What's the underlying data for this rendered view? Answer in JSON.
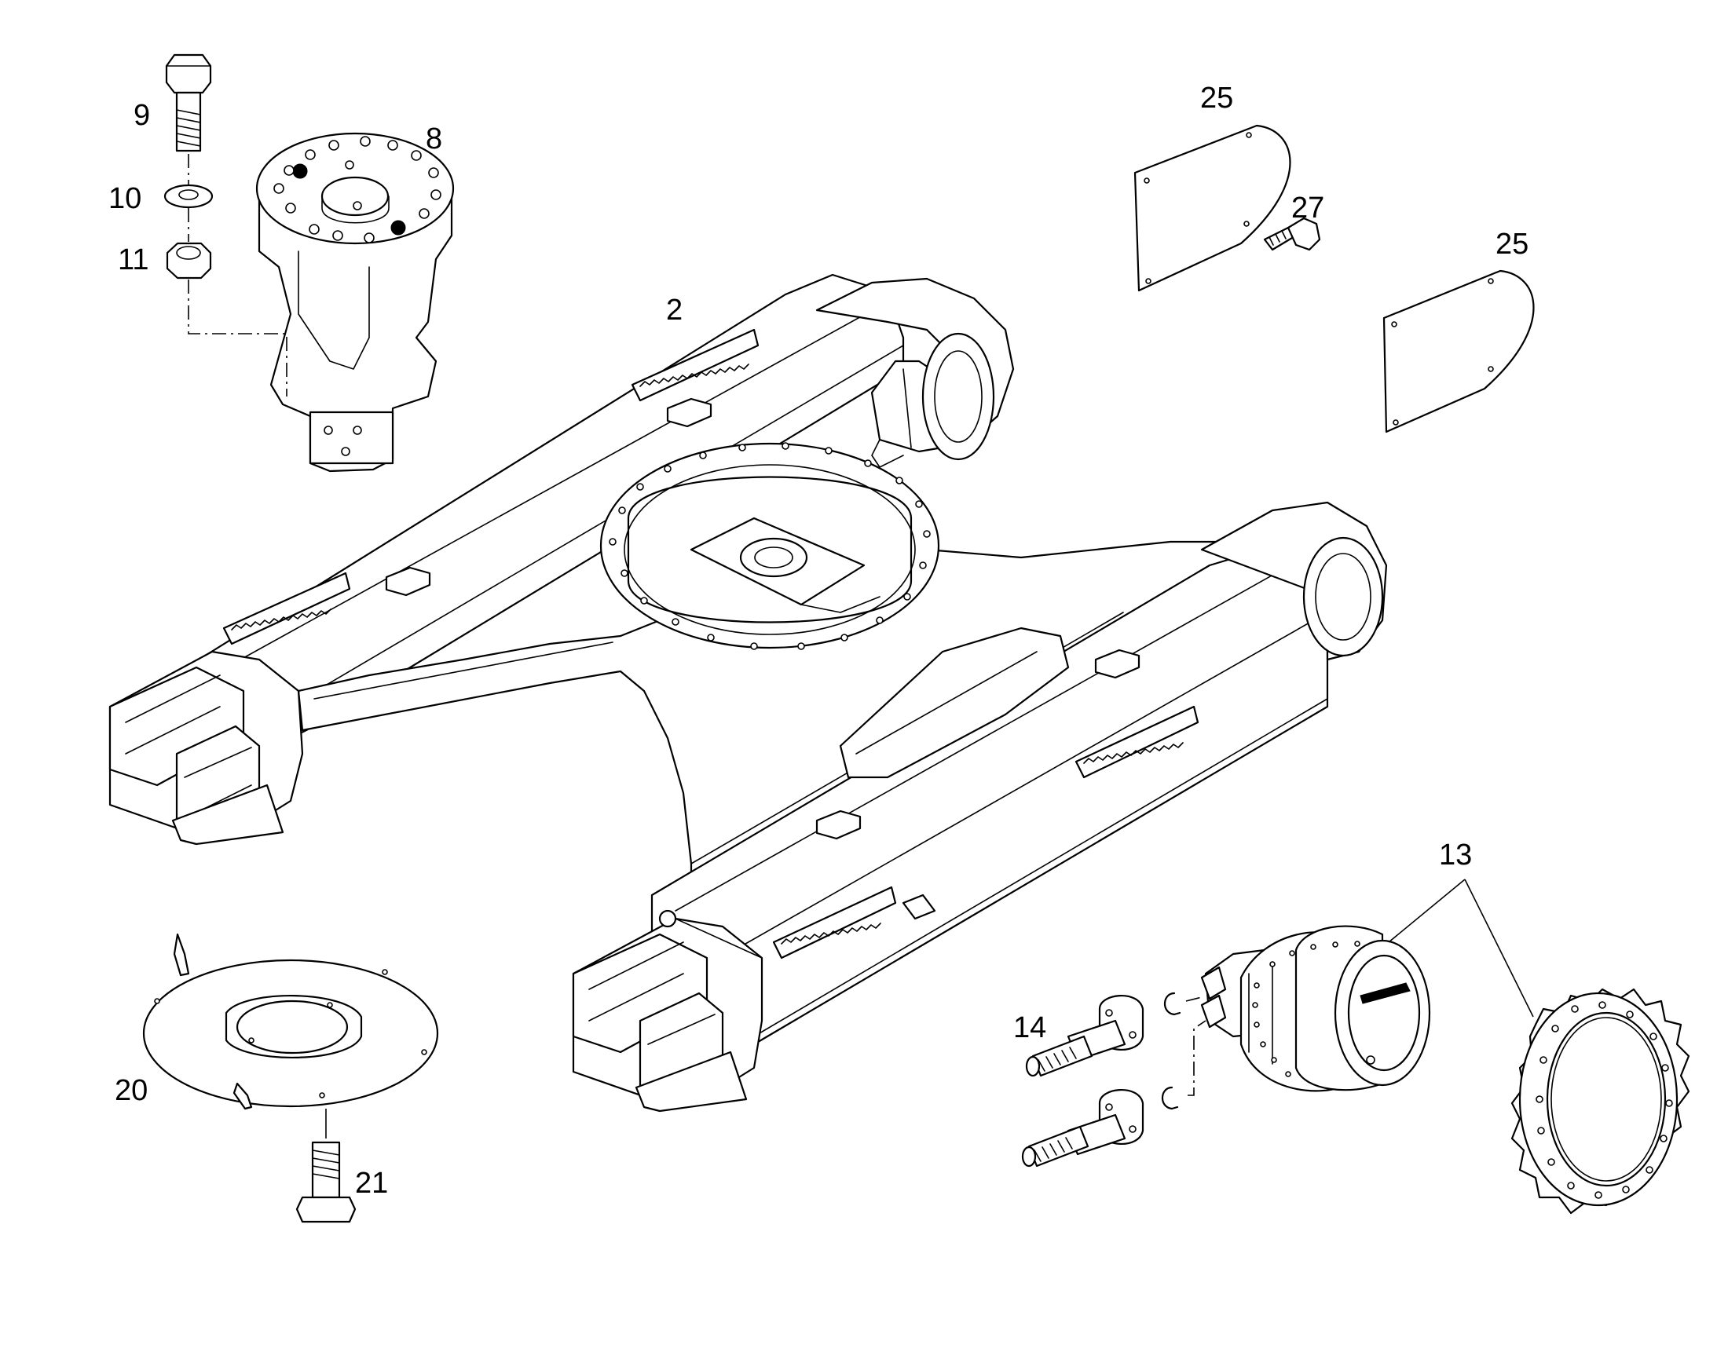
{
  "callouts": {
    "c2": "2",
    "c8": "8",
    "c9": "9",
    "c10": "10",
    "c11": "11",
    "c13": "13",
    "c14": "14",
    "c20": "20",
    "c21": "21",
    "c25a": "25",
    "c25b": "25",
    "c27": "27"
  }
}
